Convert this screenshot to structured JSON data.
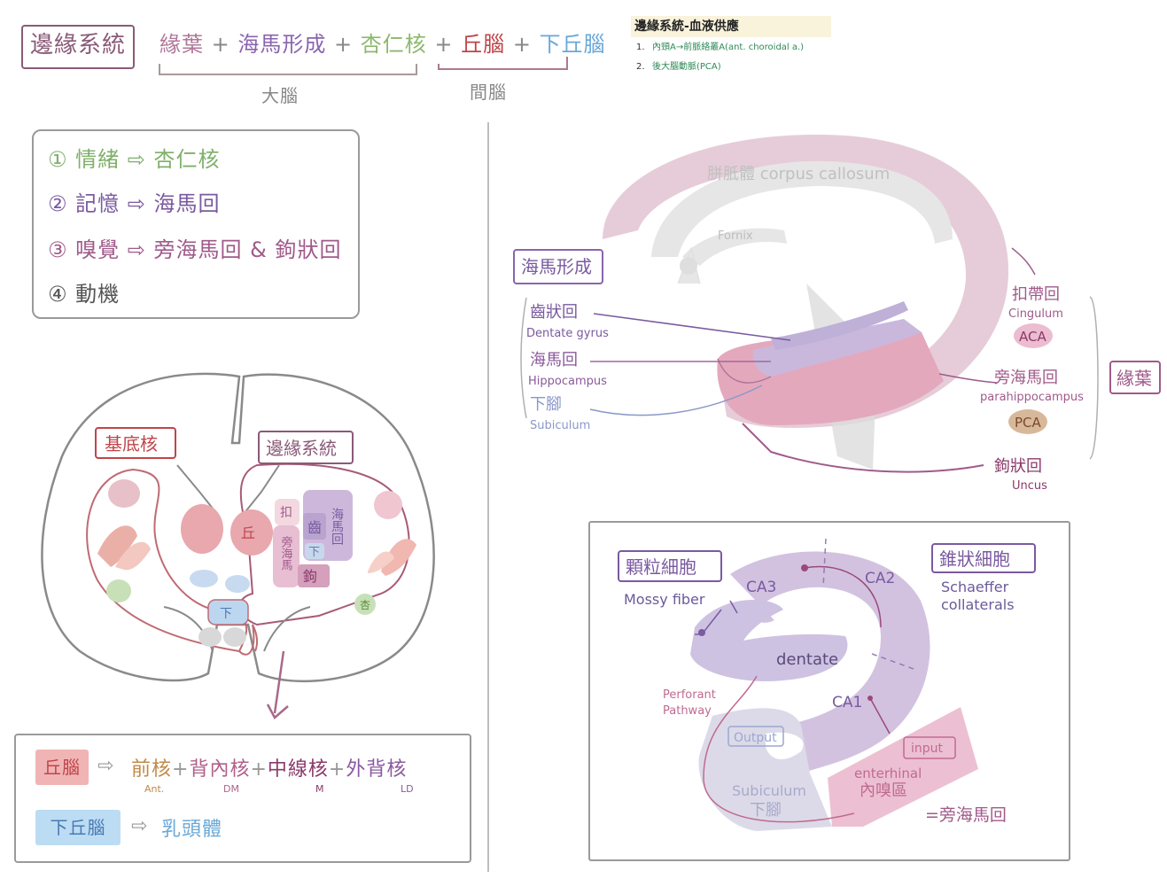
{
  "header": {
    "limbic_system": "邊緣系統",
    "limbic_lobe": "緣葉",
    "hippocampal_formation": "海馬形成",
    "amygdala": "杏仁核",
    "thalamus": "丘腦",
    "hypothalamus": "下丘腦",
    "cerebrum": "大腦",
    "diencephalon": "間腦",
    "plus": "+"
  },
  "note": {
    "title": "邊緣系統-血液供應",
    "items": [
      {
        "num": "1.",
        "text": "內頸A→前脈絡叢A(ant. choroidal a.)"
      },
      {
        "num": "2.",
        "text": "後大腦動脈(PCA)"
      }
    ]
  },
  "functions": [
    {
      "num": "①",
      "text": "情緒 ⇨ 杏仁核"
    },
    {
      "num": "②",
      "text": "記憶 ⇨ 海馬回"
    },
    {
      "num": "③",
      "text": "嗅覺 ⇨ 旁海馬回 & 鉤狀回"
    },
    {
      "num": "④",
      "text": "動機"
    }
  ],
  "coronal": {
    "basal_ganglia": "基底核",
    "limbic_system": "邊緣系統",
    "thalamus_short": "丘",
    "cingulate_short": "扣",
    "dentate_short": "齒",
    "hippocampus_vertical": "海馬回",
    "parahippo_vertical": "旁海馬",
    "subiculum_short": "下",
    "uncus_short": "鉤",
    "hypothalamus_short": "下",
    "amygdala_short": "杏"
  },
  "thalamus_box": {
    "label": "丘腦",
    "nuclei": [
      {
        "name": "前核",
        "abbr": "Ant."
      },
      {
        "name": "背內核",
        "abbr": "DM"
      },
      {
        "name": "中線核",
        "abbr": "M"
      },
      {
        "name": "外背核",
        "abbr": "LD"
      }
    ],
    "hypothalamus_label": "下丘腦",
    "mammillary": "乳頭體"
  },
  "sagittal": {
    "corpus_callosum": "胼胝體 corpus callosum",
    "fornix": "Fornix",
    "hippocampal_formation": "海馬形成",
    "dentate_gyrus_zh": "齒狀回",
    "dentate_gyrus_en": "Dentate gyrus",
    "hippocampus_zh": "海馬回",
    "hippocampus_en": "Hippocampus",
    "subiculum_zh": "下腳",
    "subiculum_en": "Subiculum",
    "cingulum_zh": "扣帶回",
    "cingulum_en": "Cingulum",
    "aca": "ACA",
    "parahippo_zh": "旁海馬回",
    "parahippo_en": "parahippocampus",
    "pca": "PCA",
    "limbic_lobe": "緣葉",
    "uncus_zh": "鉤狀回",
    "uncus_en": "Uncus"
  },
  "circuit": {
    "granule_cell": "顆粒細胞",
    "mossy_fiber": "Mossy fiber",
    "pyramidal_cell": "錐狀細胞",
    "schaeffer": "Schaeffer",
    "collaterals": "collaterals",
    "ca3": "CA3",
    "ca2": "CA2",
    "ca1": "CA1",
    "dentate": "dentate",
    "perforant1": "Perforant",
    "perforant2": "Pathway",
    "output": "Output",
    "input": "input",
    "subiculum_en": "Subiculum",
    "subiculum_zh": "下腳",
    "entorhinal_en": "enterhinal",
    "entorhinal_zh": "內嗅區",
    "parahippo": "=旁海馬回"
  },
  "colors": {
    "purple": "#7a5aa0",
    "mauve": "#a05a8a",
    "green": "#7fb069",
    "red": "#c0454a",
    "blue": "#6aa8d8",
    "gray": "#9a9a9a",
    "lavender": "#cbb8dc",
    "pink": "#e3a9bd"
  }
}
